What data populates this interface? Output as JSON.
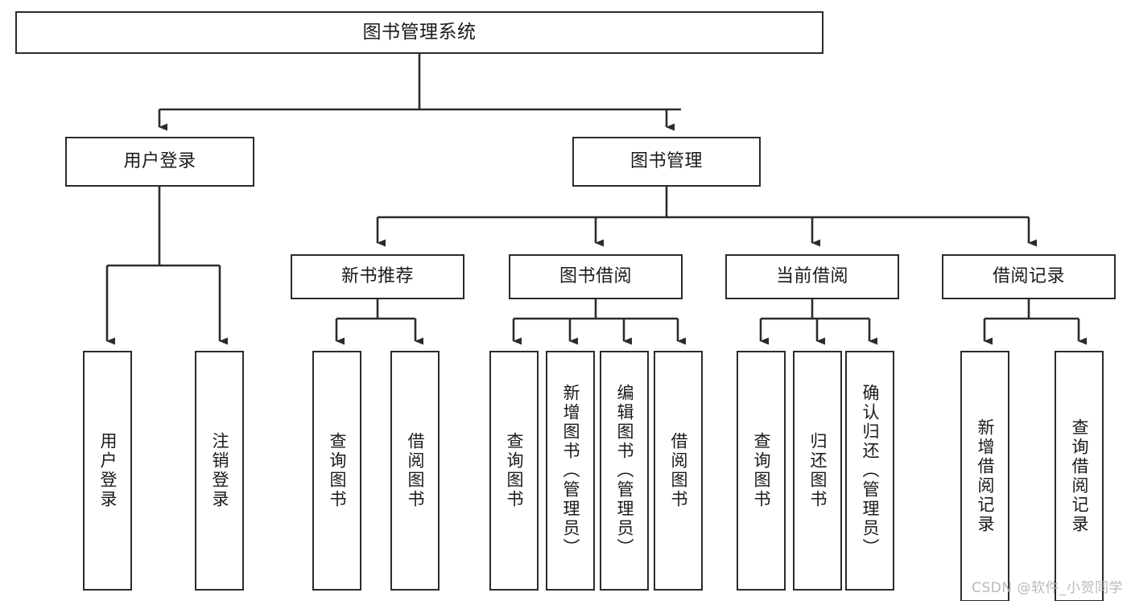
{
  "diagram": {
    "title": "图书管理系统",
    "type": "tree-hierarchy",
    "orientation": "top-down",
    "watermark": "CSDN @软件_小贺同学",
    "colors": {
      "box_border": "#2b2b2b",
      "box_fill": "#ffffff",
      "connector": "#2b2b2b",
      "text": "#1a1a1a",
      "watermark": "#b9b9b9",
      "background": "#ffffff"
    },
    "nodes": {
      "root": {
        "label": "图书管理系统"
      },
      "level2": [
        {
          "label": "用户登录"
        },
        {
          "label": "图书管理"
        }
      ],
      "level3": [
        {
          "label": "新书推荐"
        },
        {
          "label": "图书借阅"
        },
        {
          "label": "当前借阅"
        },
        {
          "label": "借阅记录"
        }
      ],
      "leaves": {
        "user_login": [
          {
            "label": "用户登录"
          },
          {
            "label": "注销登录"
          }
        ],
        "new_book": [
          {
            "label": "查询图书"
          },
          {
            "label": "借阅图书"
          }
        ],
        "book_borrow": [
          {
            "label": "查询图书"
          },
          {
            "label": "新增图书（管理员）"
          },
          {
            "label": "编辑图书（管理员）"
          },
          {
            "label": "借阅图书"
          }
        ],
        "current_borrow": [
          {
            "label": "查询图书"
          },
          {
            "label": "归还图书"
          },
          {
            "label": "确认归还（管理员）"
          }
        ],
        "borrow_record": [
          {
            "label": "新增借阅记录"
          },
          {
            "label": "查询借阅记录"
          }
        ]
      }
    }
  }
}
